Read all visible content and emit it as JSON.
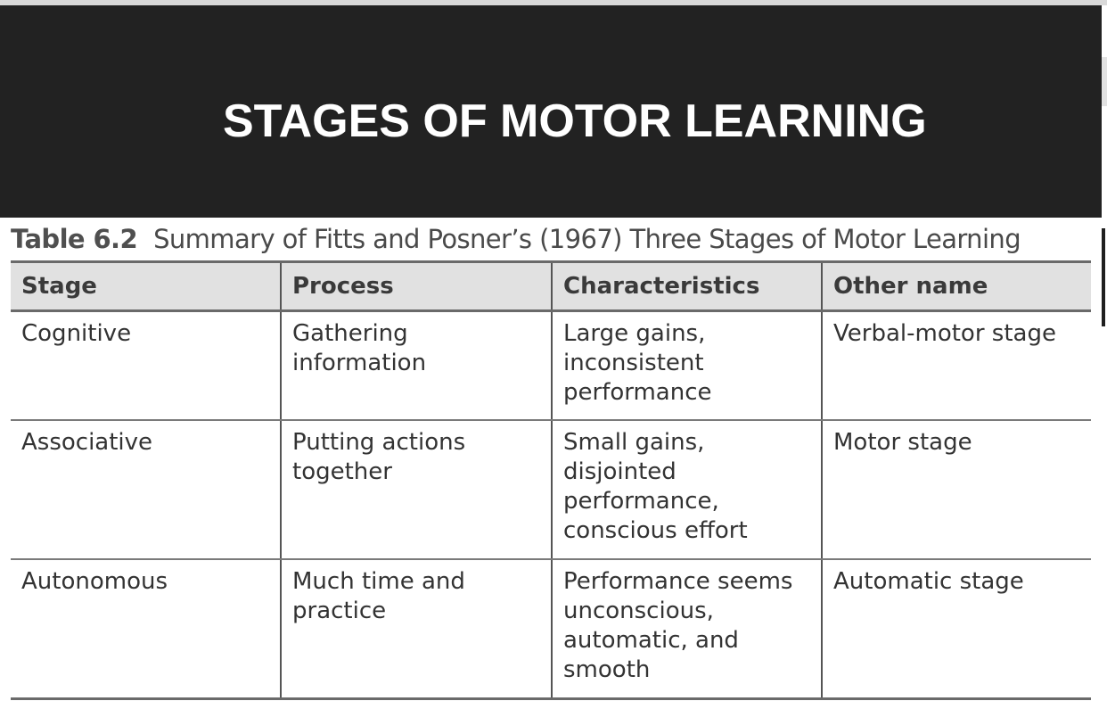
{
  "slide": {
    "title": "STAGES OF MOTOR LEARNING"
  },
  "table": {
    "number": "Table 6.2",
    "caption": "Summary of Fitts and Posner’s (1967) Three Stages of Motor Learning",
    "headers": [
      "Stage",
      "Process",
      "Characteristics",
      "Other name"
    ],
    "rows": [
      [
        "Cognitive",
        "Gathering information",
        "Large gains, inconsistent performance",
        "Verbal-motor stage"
      ],
      [
        "Associative",
        "Putting actions together",
        "Small gains, disjointed performance, conscious effort",
        "Motor stage"
      ],
      [
        "Autonomous",
        "Much time and practice",
        "Performance seems unconscious, automatic, and smooth",
        "Automatic stage"
      ]
    ]
  },
  "colors": {
    "banner_background": "#222222",
    "banner_text": "#ffffff",
    "header_row_background": "#e1e1e1",
    "rule": "#6a6a6a"
  }
}
